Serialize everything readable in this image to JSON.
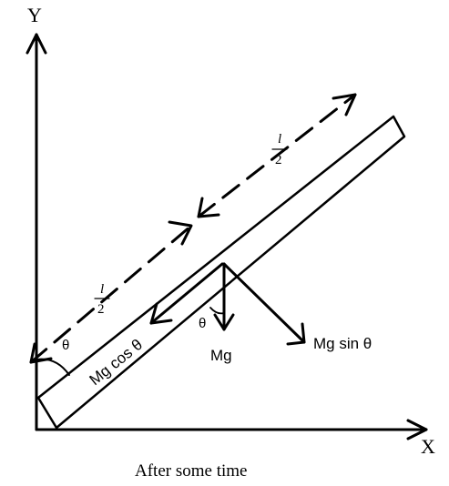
{
  "axes": {
    "y_label": "Y",
    "x_label": "X"
  },
  "labels": {
    "half_length_top_numerator": "l",
    "half_length_top_denominator": "2",
    "half_length_left_numerator": "l",
    "half_length_left_denominator": "2",
    "theta_top": "θ",
    "theta_left": "θ",
    "mg": "Mg",
    "mg_sin": "Mg sin θ",
    "mg_cos": "Mg cos θ"
  },
  "caption": "After some time"
}
